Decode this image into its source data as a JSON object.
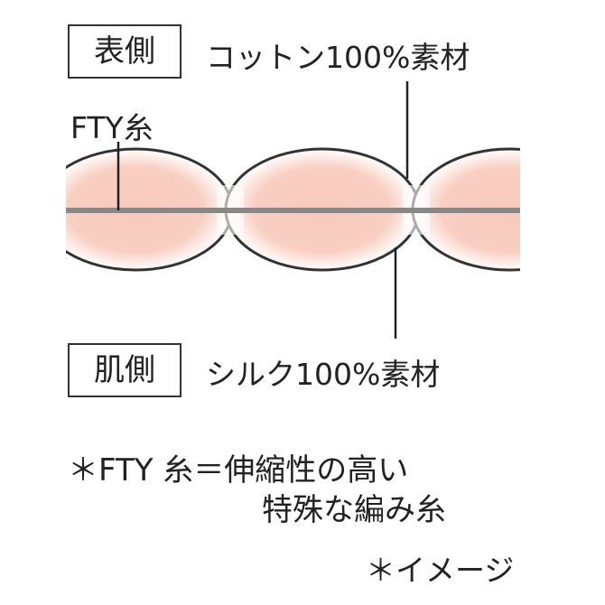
{
  "labels": {
    "front_side": "表側",
    "skin_side": "肌側",
    "front_material": "コットン100%素材",
    "skin_material": "シルク100%素材",
    "fty_yarn": "FTY糸"
  },
  "notes": {
    "line1": "＊FTY 糸＝伸縮性の高い",
    "line2": "特殊な編み糸",
    "image_note": "＊イメージ"
  },
  "colors": {
    "lobe_fill": "#f7cbbd",
    "yarn": "#888888",
    "stroke": "#333333"
  }
}
